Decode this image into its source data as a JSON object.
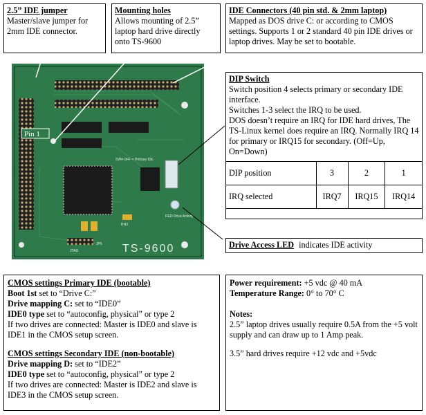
{
  "callouts": {
    "ide_jumper": {
      "title": "2.5” IDE jumper",
      "body": "Master/slave jumper for 2mm IDE connector."
    },
    "mounting_holes": {
      "title": "Mounting holes",
      "body": "Allows mounting of 2.5” laptop hard drive directly onto TS-9600"
    },
    "ide_connectors": {
      "title": "IDE Connectors (40 pin std. & 2mm laptop)",
      "body": "Mapped as DOS drive C: or according to CMOS settings. Supports 1 or 2 standard 40 pin IDE drives or laptop drives. May be set to bootable."
    },
    "dip_switch": {
      "title": "DIP Switch",
      "line1": "Switch position 4 selects primary or secondary IDE interface.",
      "line2": "Switches 1-3 select the IRQ to be used.",
      "line3": "DOS doesn’t require an IRQ for IDE hard drives, The TS-Linux kernel does require an IRQ. Normally IRQ 14 for primary or IRQ15 for secondary. (Off=Up, On=Down)",
      "table": {
        "row1": [
          "DIP position",
          "3",
          "2",
          "1"
        ],
        "row2": [
          "IRQ selected",
          "IRQ7",
          "IRQ15",
          "IRQ14"
        ]
      }
    },
    "drive_led": {
      "title": "Drive Access LED",
      "body": "indicates IDE activity"
    }
  },
  "board": {
    "model_label": "TS-9600",
    "pin1_label": "Pin 1",
    "silk_dip": "SW4 OFF = Primary IDE",
    "silk_led": "RED Drive Activity",
    "silk_jp": "JP5",
    "silk_jtag": "JTAG",
    "silk_rn": "RN3",
    "colors": {
      "pcb": "#2f7a4a",
      "pcb_dark": "#1d5a33",
      "chip": "#1a1a1a"
    }
  },
  "cmos": {
    "primary": {
      "heading": "CMOS settings Primary IDE (bootable)",
      "boot_label": "Boot 1st",
      "boot_value": "set to  “Drive C:”",
      "map_label": "Drive mapping C:",
      "map_value": "set to “IDE0”",
      "type_label": "IDE0 type",
      "type_value": "set to “autoconfig, physical” or type 2",
      "note": "If two drives are connected: Master is IDE0 and slave is IDE1 in the CMOS setup screen."
    },
    "secondary": {
      "heading": "CMOS settings Secondary IDE (non-bootable)",
      "map_label": "Drive mapping D:",
      "map_value": "set to “IDE2”",
      "type_label": "IDE0 type",
      "type_value": "set to “autoconfig, physical” or type 2",
      "note": "If two drives are connected: Master is IDE2 and slave is IDE3 in the CMOS setup screen."
    }
  },
  "power": {
    "req_label": "Power requirement:",
    "req_value": "+5 vdc @ 40 mA",
    "temp_label": "Temperature Range:",
    "temp_value": "0° to 70° C",
    "notes_label": "Notes:",
    "note1": "2.5” laptop drives usually require 0.5A from the +5 volt supply and can draw up to 1 Amp peak.",
    "note2": "3.5” hard drives require +12 vdc and +5vdc"
  }
}
